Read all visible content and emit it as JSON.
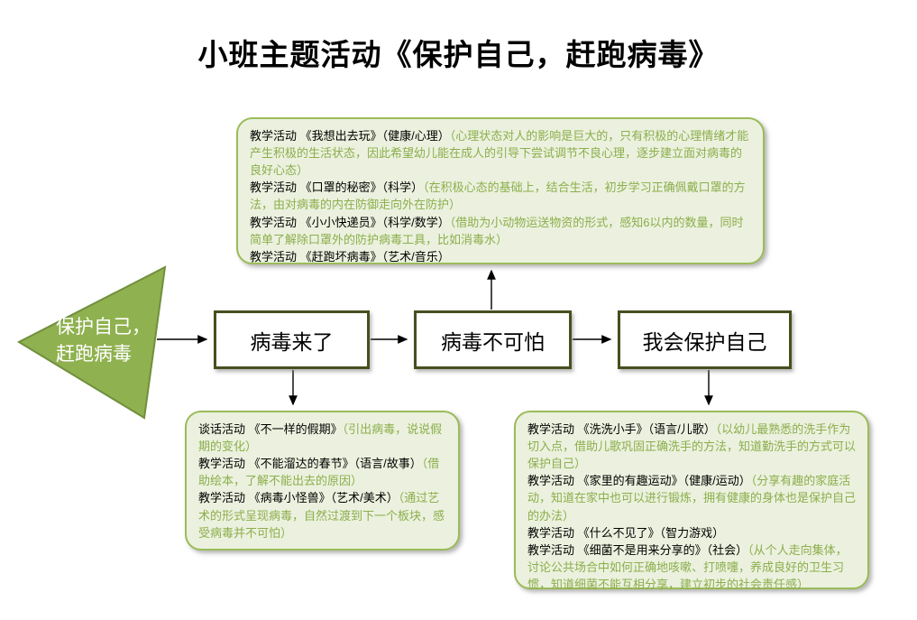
{
  "title": "小班主题活动《保护自己，赶跑病毒》",
  "triangle": {
    "line1": "保护自己，",
    "line2": "赶跑病毒"
  },
  "nodes": {
    "n1": "病毒来了",
    "n2": "病毒不可怕",
    "n3": "我会保护自己"
  },
  "boxes": {
    "top": {
      "items": [
        {
          "parts": [
            {
              "c": "k",
              "t": "教学活动 《我想出去玩》（健康/心理）"
            },
            {
              "c": "g",
              "t": "（心理状态对人的影响是巨大的，只有积极的心理情绪才能产生积极的生活状态，因此希望幼儿能在成人的引导下尝试调节不良心理，逐步建立面对病毒的良好心态）"
            }
          ]
        },
        {
          "parts": [
            {
              "c": "k",
              "t": "教学活动 《口罩的秘密》（科学）"
            },
            {
              "c": "g",
              "t": "（在积极心态的基础上，结合生活，初步学习正确佩戴口罩的方法，由对病毒的内在防御走向外在防护）"
            }
          ]
        },
        {
          "parts": [
            {
              "c": "k",
              "t": "教学活动 《小小快递员》（科学/数学）"
            },
            {
              "c": "g",
              "t": "（借助为小动物运送物资的形式，感知6以内的数量，同时简单了解除口罩外的防护病毒工具，比如消毒水）"
            }
          ]
        },
        {
          "parts": [
            {
              "c": "k",
              "t": "教学活动 《赶跑坏病毒》（艺术/音乐）"
            }
          ]
        }
      ]
    },
    "bottom_left": {
      "items": [
        {
          "parts": [
            {
              "c": "k",
              "t": "谈话活动 《不一样的假期》"
            },
            {
              "c": "g",
              "t": "（引出病毒，说说假期的变化）"
            }
          ]
        },
        {
          "parts": [
            {
              "c": "k",
              "t": "教学活动 《不能溜达的春节》（语言/故事）"
            },
            {
              "c": "g",
              "t": "（借助绘本，了解不能出去的原因）"
            }
          ]
        },
        {
          "parts": [
            {
              "c": "k",
              "t": "教学活动 《病毒小怪兽》（艺术/美术）"
            },
            {
              "c": "g",
              "t": "（通过艺术的形式呈现病毒，自然过渡到下一个板块，感受病毒并不可怕）"
            }
          ]
        }
      ]
    },
    "bottom_right": {
      "items": [
        {
          "parts": [
            {
              "c": "k",
              "t": "教学活动 《洗洗小手》（语言/儿歌）"
            },
            {
              "c": "g",
              "t": "（以幼儿最熟悉的洗手作为切入点，借助儿歌巩固正确洗手的方法，知道勤洗手的方式可以保护自己）"
            }
          ]
        },
        {
          "parts": [
            {
              "c": "k",
              "t": "教学活动 《家里的有趣运动》（健康/运动）"
            },
            {
              "c": "g",
              "t": "（分享有趣的家庭活动，知道在家中也可以进行锻炼，拥有健康的身体也是保护自己的办法）"
            }
          ]
        },
        {
          "parts": [
            {
              "c": "k",
              "t": "教学活动 《什么不见了》（智力游戏）"
            }
          ]
        },
        {
          "parts": [
            {
              "c": "k",
              "t": "教学活动 《细菌不是用来分享的》（社会）"
            },
            {
              "c": "g",
              "t": "（从个人走向集体，讨论公共场合中如何正确地咳嗽、打喷嚏，养成良好的卫生习惯，知道细菌不能互相分享，建立初步的社会责任感）"
            }
          ]
        }
      ]
    }
  },
  "colors": {
    "box_fill": "#EBF1DE",
    "box_border": "#9BBB59",
    "green_text": "#8CAE4C",
    "triangle_fill": "#8FB14F",
    "triangle_border": "#70903C",
    "node_border": "#474F1F",
    "arrow": "#000000"
  }
}
